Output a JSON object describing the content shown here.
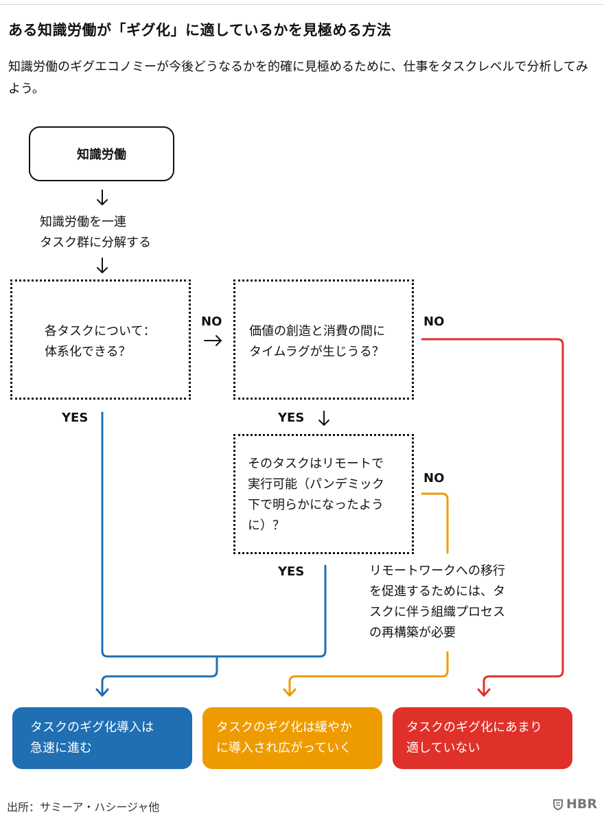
{
  "header": {
    "title": "ある知識労働が「ギグ化」に適しているかを見極める方法",
    "subtitle": "知識労働のギグエコノミーが今後どうなるかを的確に見極めるために、仕事をタスクレベルで分析してみよう。"
  },
  "flow": {
    "start": "知識労働",
    "decompose": [
      "知識労働を一連",
      "タスク群に分解する"
    ],
    "q1": [
      "各タスクについて：",
      "体系化できる？"
    ],
    "q2": [
      "価値の創造と消費の間に",
      "タイムラグが生じうる？"
    ],
    "q3": [
      "そのタスクはリモートで",
      "実行可能（パンデミック",
      "下で明らかになったよう",
      "に）？"
    ],
    "note": [
      "リモートワークへの移行",
      "を促進するためには、タ",
      "スクに伴う組織プロセス",
      "の再構築が必要"
    ],
    "yes": "YES",
    "no": "NO"
  },
  "outcomes": {
    "fast": [
      "タスクのギグ化導入は",
      "急速に進む"
    ],
    "slow": [
      "タスクのギグ化は緩やか",
      "に導入され広がっていく"
    ],
    "unsuitable": [
      "タスクのギグ化にあまり",
      "適していない"
    ]
  },
  "colors": {
    "blue": "#1f6fb2",
    "orange": "#ee9b00",
    "red": "#e0302a"
  },
  "footer": {
    "source": "出所：サミーア・ハシージャ他",
    "logo": "HBR"
  }
}
